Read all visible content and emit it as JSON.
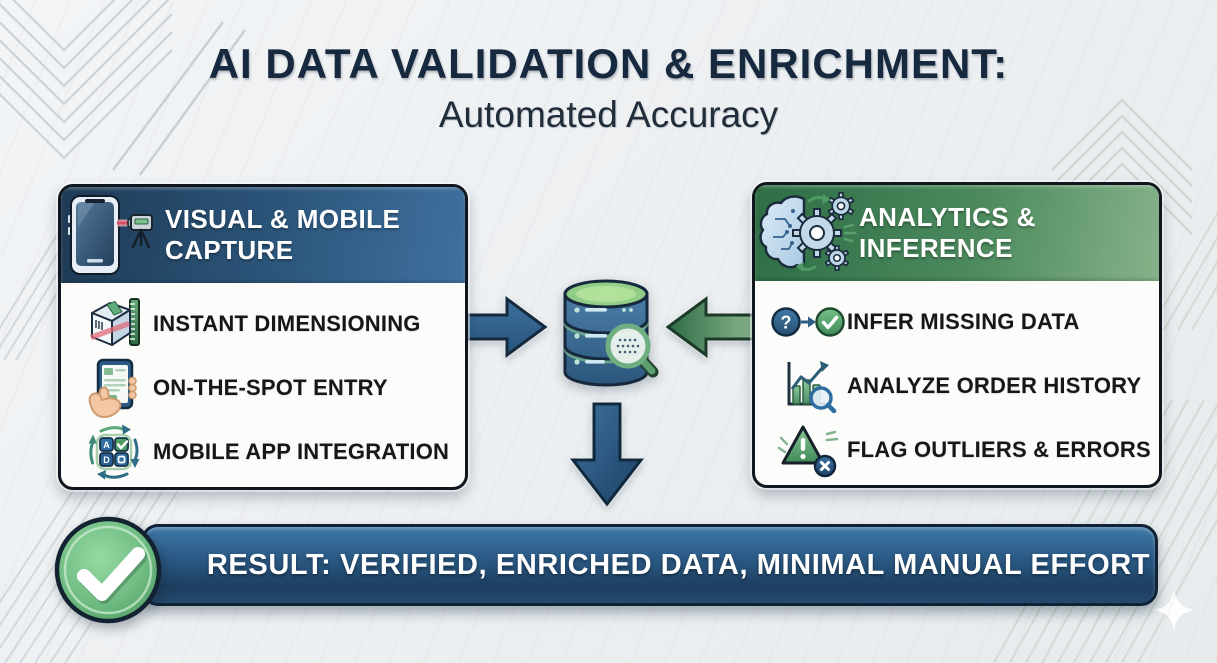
{
  "title": {
    "line1": "AI DATA VALIDATION & ENRICHMENT:",
    "line2": "Automated Accuracy"
  },
  "left_panel": {
    "header": "VISUAL & MOBILE CAPTURE",
    "header_icon": "smartphone-laser-capture-icon",
    "items": [
      {
        "label": "INSTANT DIMENSIONING",
        "icon": "box-ruler-icon"
      },
      {
        "label": "ON-THE-SPOT ENTRY",
        "icon": "hand-tablet-icon"
      },
      {
        "label": "MOBILE APP INTEGRATION",
        "icon": "app-sync-icon"
      }
    ]
  },
  "right_panel": {
    "header": "ANALYTICS & INFERENCE",
    "header_icon": "ai-brain-gears-icon",
    "items": [
      {
        "label": "INFER MISSING DATA",
        "icon": "question-to-check-icon"
      },
      {
        "label": "ANALYZE ORDER HISTORY",
        "icon": "chart-magnifier-icon"
      },
      {
        "label": "FLAG OUTLIERS & ERRORS",
        "icon": "warning-error-icon"
      }
    ]
  },
  "center": {
    "icon": "database-magnifier-icon"
  },
  "result_banner": {
    "icon": "check-circle-icon",
    "text": "RESULT: VERIFIED, ENRICHED DATA, MINIMAL MANUAL EFFORT"
  },
  "glyphs": {
    "question_mark": "?",
    "letter_a": "A",
    "letter_d": "D"
  },
  "colors": {
    "background": "#eef1f3",
    "title_text": "#16293f",
    "left_header_gradient_start": "#1e3a55",
    "left_header_gradient_end": "#3f719f",
    "right_header_gradient_start": "#2e6e45",
    "right_header_gradient_end": "#87b289",
    "panel_body": "#fcfcfa",
    "blue_arrow": "#2e6188",
    "green_arrow_dark": "#2f6b45",
    "green_arrow_light": "#8dba90",
    "down_arrow_top": "#3e719f",
    "down_arrow_bottom": "#1d4064",
    "banner_top": "#4079a8",
    "banner_bottom": "#1d3f60",
    "check_circle_green": "#57aa70"
  }
}
